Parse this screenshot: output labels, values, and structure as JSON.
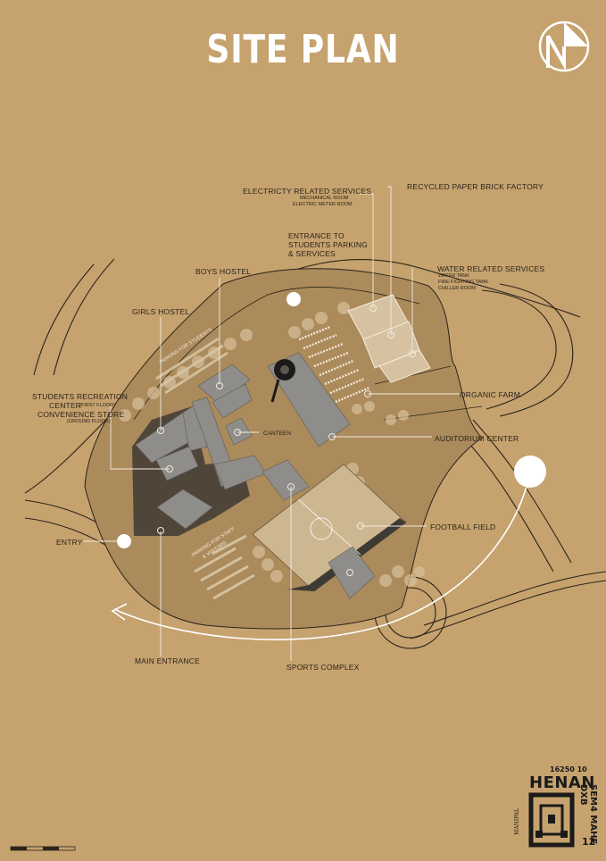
{
  "title": "SITE PLAN",
  "north_symbol": "north-arrow-icon",
  "labels": {
    "electricity": "ELECTRICTY RELATED SERVICES",
    "electricity_sub1": "MECHANICAL ROOM",
    "electricity_sub2": "ELECTRIC METER ROOM",
    "recycled": "RECYCLED PAPER BRICK FACTORY",
    "entrance_parking_1": "ENTRANCE TO",
    "entrance_parking_2": "STUDENTS PARKING",
    "entrance_parking_3": "& SERVICES",
    "water": "WATER RELATED SERVICES",
    "water_sub1": "WATER TANK",
    "water_sub2": "FIRE FIGHTING TANK",
    "water_sub3": "CHILLER ROOM",
    "boys_hostel": "BOYS HOSTEL",
    "girls_hostel": "GIRLS HOSTEL",
    "organic_farm": "ORGANIC FARM",
    "recreation_1": "STUDENTS RECREATION",
    "recreation_2": "CENTER",
    "recreation_2b": "(FIRST FLOOR)",
    "recreation_3": "CONVENIENCE STORE",
    "recreation_4": "(GROUND FLOOR)",
    "canteen": "CANTEEN",
    "auditorium": "AUDITORIUM CENTER",
    "entry": "ENTRY",
    "football": "FOOTBALL FIELD",
    "main_entrance": "MAIN ENTRANCE",
    "sports": "SPORTS COMPLEX",
    "parking_students": "PARKING FOR STUDENTS",
    "parking_staff_1": "PARKING FOR STAFF",
    "parking_staff_2": "& VISITORS"
  },
  "title_block": {
    "id_number": "16250 10",
    "name": "HENAN",
    "vertical_text": "SEM4 MAHE DXB",
    "sheet_no": "12",
    "institution": "MANIPAL"
  },
  "colors": {
    "background": "#c6a26e",
    "site_shade": "#a9885a",
    "building": "#8e8d8a",
    "shadow": "#3e3a34",
    "field": "#cdb791",
    "white": "#ffffff"
  }
}
